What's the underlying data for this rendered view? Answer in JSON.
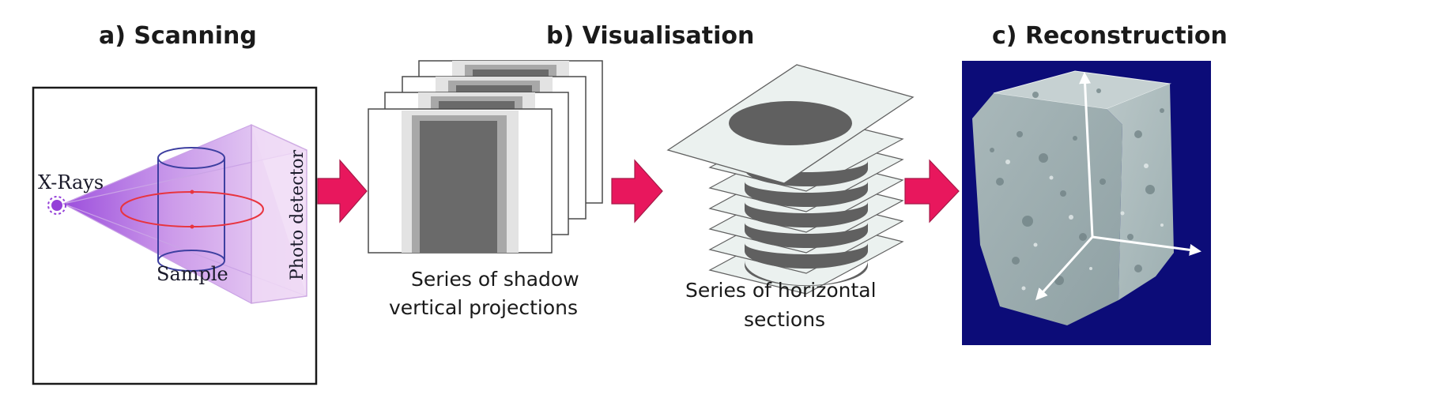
{
  "panels": {
    "scanning": {
      "title": "a) Scanning",
      "labels": {
        "source": "X-Rays",
        "sample": "Sample",
        "detector": "Photo detector"
      }
    },
    "visualisation": {
      "title": "b) Visualisation",
      "projections_caption": [
        "Series of shadow",
        "vertical projections"
      ],
      "sections_caption": [
        "Series of horizontal",
        "sections"
      ]
    },
    "reconstruction": {
      "title": "c) Reconstruction"
    }
  },
  "colors": {
    "arrow": "#e8175d",
    "beam_light": "#e9d1f3",
    "beam_dark": "#9440d8",
    "sample_outline": "#3d3fa0",
    "orbit": "#e8343f",
    "volume_background": "#0c0c78",
    "rock": "#b3c1c3",
    "section_fill": "#636363",
    "slice_fill": "#ebf1ef"
  }
}
